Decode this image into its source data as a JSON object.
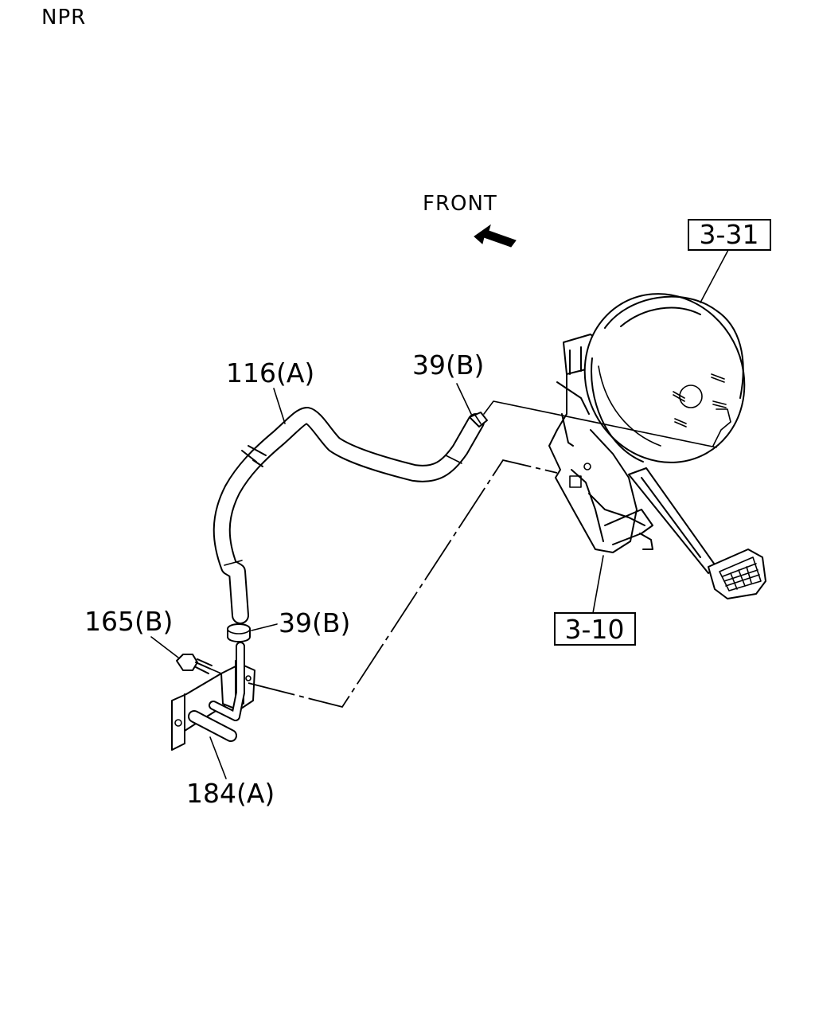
{
  "header": {
    "model": "NPR"
  },
  "orientation": {
    "label": "FRONT"
  },
  "callouts": {
    "hose": "116(A)",
    "clip_top": "39(B)",
    "clip_bottom": "39(B)",
    "bolt": "165(B)",
    "bracket": "184(A)"
  },
  "references": {
    "brake_booster": "3-31",
    "pedal_assembly": "3-10"
  }
}
